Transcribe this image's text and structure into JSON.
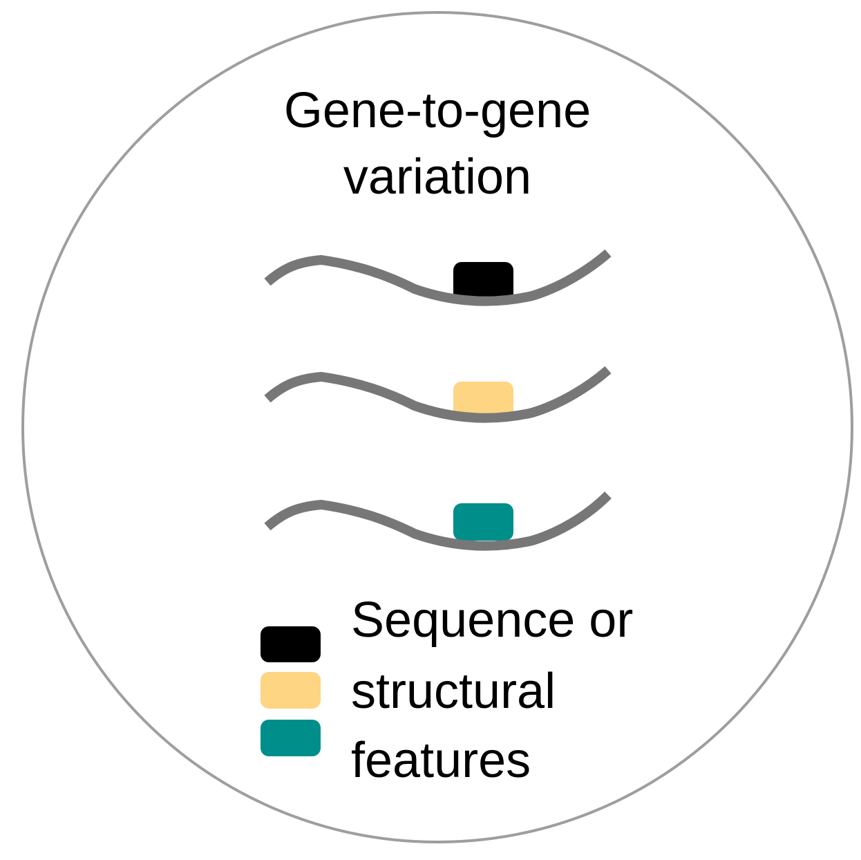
{
  "title": {
    "line1": "Gene-to-gene",
    "line2": "variation"
  },
  "colors": {
    "border": "#9e9e9e",
    "strand": "#777777",
    "feature_black": "#000000",
    "feature_yellow": "#fdd583",
    "feature_teal": "#008e8b"
  },
  "genes": [
    {
      "feature_color": "black"
    },
    {
      "feature_color": "yellow"
    },
    {
      "feature_color": "teal"
    }
  ],
  "legend": {
    "swatches": [
      "black",
      "yellow",
      "teal"
    ],
    "line1": "Sequence or",
    "line2": "structural",
    "line3": "features"
  }
}
